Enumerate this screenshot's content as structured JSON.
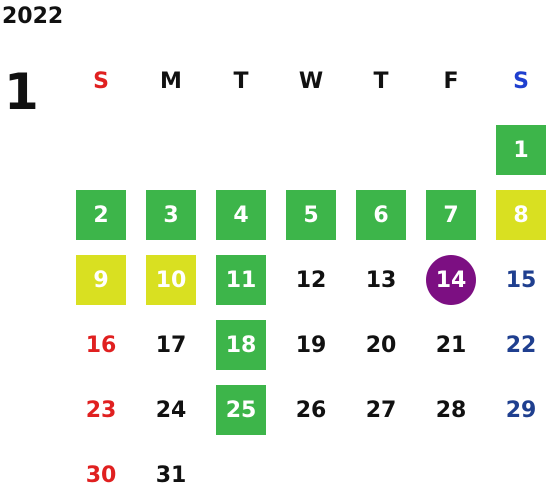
{
  "header": {
    "year": "2022",
    "month": "1"
  },
  "weekdays": [
    {
      "label": "S",
      "color": "#e02020"
    },
    {
      "label": "M",
      "color": "#111111"
    },
    {
      "label": "T",
      "color": "#111111"
    },
    {
      "label": "W",
      "color": "#111111"
    },
    {
      "label": "T",
      "color": "#111111"
    },
    {
      "label": "F",
      "color": "#111111"
    },
    {
      "label": "S",
      "color": "#1f3fcf"
    }
  ],
  "colors": {
    "green": "#3db54a",
    "yellow": "#d9e021",
    "purple": "#7c0f82",
    "sunday": "#e02020",
    "saturday": "#1f3f8f"
  },
  "days": [
    {
      "label": "1",
      "style": "green"
    },
    {
      "label": "2",
      "style": "green"
    },
    {
      "label": "3",
      "style": "green"
    },
    {
      "label": "4",
      "style": "green"
    },
    {
      "label": "5",
      "style": "green"
    },
    {
      "label": "6",
      "style": "green"
    },
    {
      "label": "7",
      "style": "green"
    },
    {
      "label": "8",
      "style": "yellow"
    },
    {
      "label": "9",
      "style": "yellow"
    },
    {
      "label": "10",
      "style": "yellow"
    },
    {
      "label": "11",
      "style": "green"
    },
    {
      "label": "12",
      "style": "plain"
    },
    {
      "label": "13",
      "style": "plain"
    },
    {
      "label": "14",
      "style": "purple"
    },
    {
      "label": "15",
      "style": "sat"
    },
    {
      "label": "16",
      "style": "sun"
    },
    {
      "label": "17",
      "style": "plain"
    },
    {
      "label": "18",
      "style": "green"
    },
    {
      "label": "19",
      "style": "plain"
    },
    {
      "label": "20",
      "style": "plain"
    },
    {
      "label": "21",
      "style": "plain"
    },
    {
      "label": "22",
      "style": "sat"
    },
    {
      "label": "23",
      "style": "sun"
    },
    {
      "label": "24",
      "style": "plain"
    },
    {
      "label": "25",
      "style": "green"
    },
    {
      "label": "26",
      "style": "plain"
    },
    {
      "label": "27",
      "style": "plain"
    },
    {
      "label": "28",
      "style": "plain"
    },
    {
      "label": "29",
      "style": "sat"
    },
    {
      "label": "30",
      "style": "sun"
    },
    {
      "label": "31",
      "style": "plain"
    }
  ]
}
